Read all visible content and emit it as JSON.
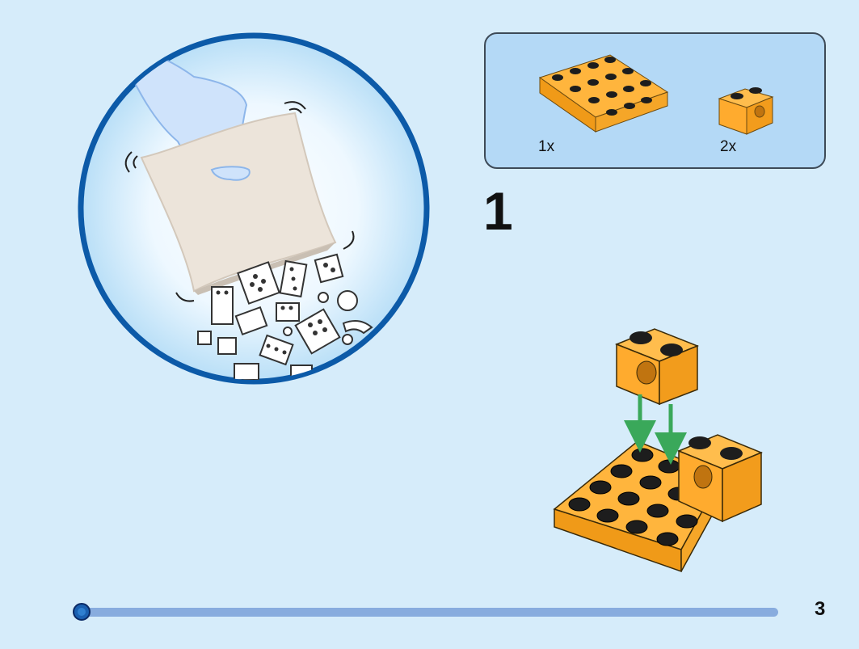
{
  "colors": {
    "background": "#d6ecfa",
    "parts_box_fill": "#b4d9f6",
    "parts_box_border": "#3d4a57",
    "circle_border": "#0c5aa8",
    "brick_orange": "#ffab2e",
    "arrow_green": "#3aa85a",
    "progress_track": "#88acde",
    "progress_knob": "#1a5fb0"
  },
  "parts_list": {
    "items": [
      {
        "icon": "plate-4x4-icon",
        "quantity": "1x"
      },
      {
        "icon": "technic-brick-1x2-icon",
        "quantity": "2x"
      }
    ]
  },
  "step": {
    "number": "1"
  },
  "illustration": {
    "intro_icon": "hand-shaking-bag-of-bricks-icon",
    "build_icon": "assembly-step-1-icon"
  },
  "progress": {
    "fraction": 0.0
  },
  "page": {
    "number": "3"
  }
}
